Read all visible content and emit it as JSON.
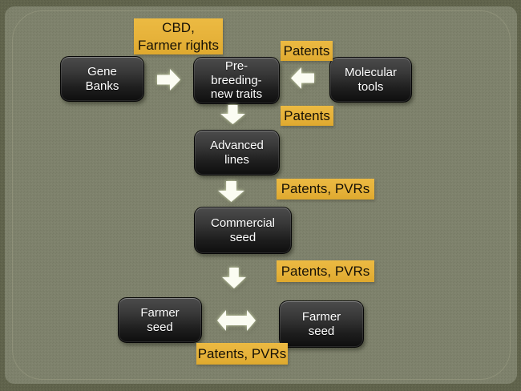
{
  "theme": {
    "page_bg": "#60634b",
    "slide_bg": "#7e826c",
    "frame_line": "#9a9d84",
    "node_text": "#ffffff",
    "label_bg": "#e6b23a",
    "label_text": "#161106",
    "arrow_fill": "#fbfcf2"
  },
  "diagram": {
    "nodes": [
      {
        "id": "gene-banks",
        "label": "Gene\nBanks"
      },
      {
        "id": "pre-breeding",
        "label": "Pre-\nbreeding-\nnew traits"
      },
      {
        "id": "molecular-tools",
        "label": "Molecular\ntools"
      },
      {
        "id": "advanced-lines",
        "label": "Advanced\nlines"
      },
      {
        "id": "commercial-seed",
        "label": "Commercial\nseed"
      },
      {
        "id": "farmer-seed-left",
        "label": "Farmer\nseed"
      },
      {
        "id": "farmer-seed-right",
        "label": "Farmer\nseed"
      }
    ],
    "ip_labels": [
      {
        "id": "cbd-farmer-rights",
        "text": "CBD,\nFarmer rights"
      },
      {
        "id": "patents-molecular",
        "text": "Patents"
      },
      {
        "id": "patents-prebreeding",
        "text": "Patents"
      },
      {
        "id": "patents-pvrs-advanced",
        "text": "Patents, PVRs"
      },
      {
        "id": "patents-pvrs-commercial",
        "text": "Patents, PVRs"
      },
      {
        "id": "patents-pvrs-farmer",
        "text": "Patents, PVRs"
      }
    ]
  }
}
